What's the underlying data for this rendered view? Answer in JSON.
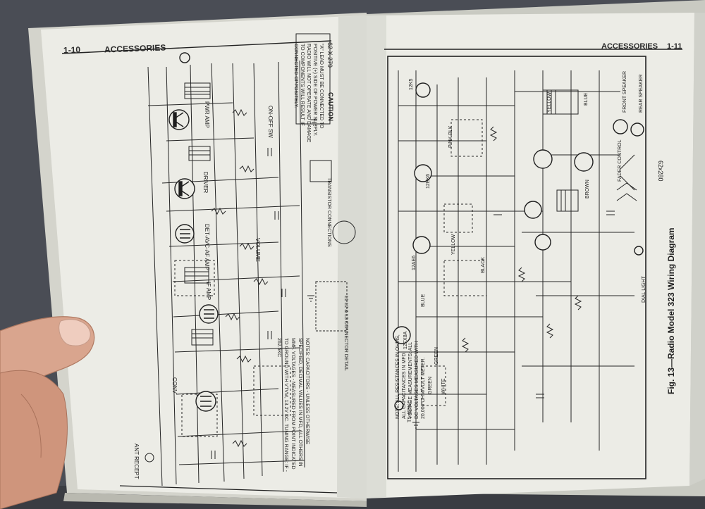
{
  "scene": {
    "background": "#4a4d55",
    "paper": "#ecece6",
    "paper_shade": "#d9dad3",
    "ink": "#222222",
    "skin": "#d9a58e"
  },
  "left_page": {
    "page_number": "1-10",
    "title": "ACCESSORIES",
    "figure_code": "62 X 279",
    "caution_title": "CAUTION",
    "caution_text": "\"A\" LEAD MUST BE CONNECTED TO POSITIVE (+) SIDE OF POWER SUPPLY. RADIO WILL NOT OPERATE AND DAMAGE TO COMPONENTS WILL RESULT IF CONNECTED OPPOSITELY.",
    "stage_labels": {
      "power_amp": "PWR AMP",
      "driver": "DRIVER",
      "detector": "DET-AVC-AF AMP",
      "if_amp": "IF AMP",
      "converter": "CONV",
      "volume": "VOLUME",
      "antenna": "ANT RECEPT",
      "on_off": "ON-OFF SW",
      "transistor": "TRANSISTOR CONNECTIONS",
      "connector": "L1 L2 & L3 CONNECTOR DETAIL"
    },
    "notes": "NOTES: CAPACITORS - UNLESS OTHERWISE SPECIFIED, DECIMAL VALUES IN MFD, ALL OTHERS IN MMF. VOLTAGES - MEASURED FROM POINT INDICATED TO GROUND WITH VTVM, 13.2V DC. TUNING RANGE: IF - 262.5KC"
  },
  "right_page": {
    "page_number": "1-11",
    "title": "ACCESSORIES",
    "caption": "Fig. 13—Radio Model 323 Wiring Diagram",
    "figure_code": "62x280",
    "labels": {
      "front_speaker": "FRONT SPEAKER",
      "rear_speaker": "REAR SPEAKER",
      "yellow": "YELLOW",
      "blue": "BLUE",
      "brown": "BROWN",
      "yellow_2": "YELLOW",
      "white": "WHITE",
      "green": "GREEN",
      "blue_2": "BLUE",
      "black": "BLACK",
      "pink": "PINK BLK",
      "fader": "FADER CONTROL",
      "dial": "DIAL LIGHT",
      "tube_v2": "12EK6",
      "tube_v3": "12K5",
      "tube_v4": "12AE6",
      "tube_v5": "12FX8A",
      "tube_v6": "GREEN",
      "tube_v7": "T1 455KC"
    },
    "notes": "NOTE: ALL RESISTANCES IN OHMS, ALL CAPACITANCES IN MFD. VOLTAGE MEASUREMENTS: ALL DC VOLTAGES MEASURED WITH 20,000 OHM/VOLT METER."
  }
}
